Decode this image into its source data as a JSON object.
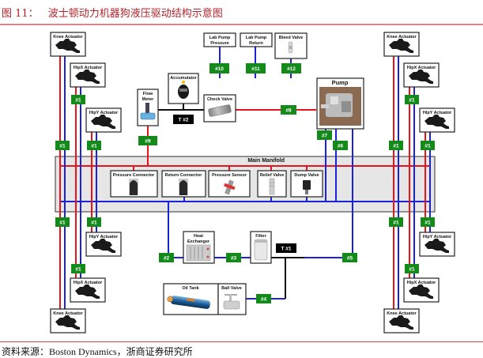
{
  "caption": {
    "figure_number": "图 11：",
    "title": "波士顿动力机器狗液压驱动结构示意图"
  },
  "source": "资料来源：Boston Dynamics，浙商证券研究所",
  "colors": {
    "pressure_line": "#e8141c",
    "return_line": "#1c22d9",
    "tank_line": "#111111",
    "tag_bg": "#138a1a",
    "caption": "#b2232a",
    "manifold_bg": "#e6e6e6"
  },
  "diagram": {
    "manifold": {
      "label": "Main Manifold"
    },
    "manifold_components": [
      {
        "label": "Pressure Connector",
        "icon": "connector-icon"
      },
      {
        "label": "Return Connector",
        "icon": "connector-icon"
      },
      {
        "label": "Pressure Sensor",
        "icon": "sensor-icon"
      },
      {
        "label": "Relief Valve",
        "icon": "valve-icon"
      },
      {
        "label": "Dump Valve",
        "icon": "valve-icon"
      }
    ],
    "actuators": {
      "knee": "Knee Actuator",
      "hipx": "HipX Actuator",
      "hipy": "HipY Actuator"
    },
    "components": {
      "lab_pump_pressure": "Lab Pump Pressure",
      "lab_pump_pressure_l1": "Lab Pump",
      "lab_pump_pressure_l2": "Pressure",
      "lab_pump_return_l1": "Lab Pump",
      "lab_pump_return_l2": "Return",
      "bleed_valve": "Bleed Valve",
      "accumulator": "Accumulator",
      "flow_meter_l1": "Flow",
      "flow_meter_l2": "Meter",
      "check_valve": "Check Valve",
      "pump": "Pump",
      "heat_exchanger_l1": "Heat",
      "heat_exchanger_l2": "Exchanger",
      "filter": "Filter",
      "oil_tank": "Oil Tank",
      "ball_valve": "Ball Valve"
    },
    "tags": {
      "t1": "#1",
      "t2": "#2",
      "t3": "#3",
      "t4": "#4",
      "t5": "#5",
      "t6": "#6",
      "t7": "#7",
      "t8": "#8",
      "t9": "#9",
      "t10": "#10",
      "t11": "#11",
      "t12": "#12"
    },
    "tees": {
      "tee1": "T #1",
      "tee2": "T #2"
    }
  }
}
